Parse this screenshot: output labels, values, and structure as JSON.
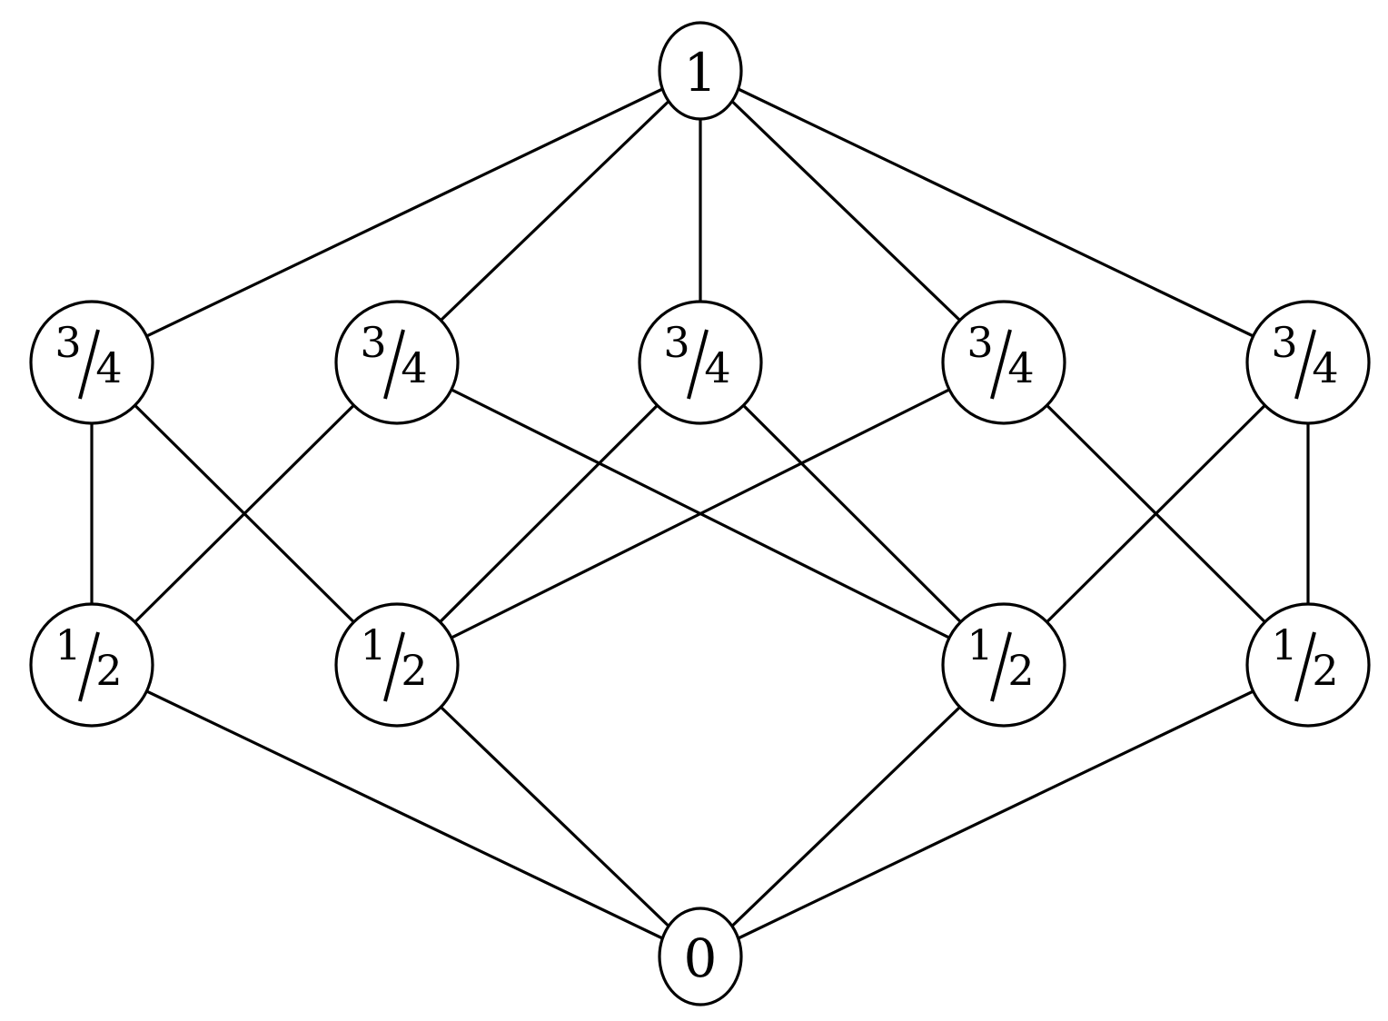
{
  "diagram": {
    "nodes": [
      {
        "id": "top",
        "label": "1"
      },
      {
        "id": "a1",
        "label": "3/4"
      },
      {
        "id": "a2",
        "label": "3/4"
      },
      {
        "id": "a3",
        "label": "3/4"
      },
      {
        "id": "a4",
        "label": "3/4"
      },
      {
        "id": "a5",
        "label": "3/4"
      },
      {
        "id": "b1",
        "label": "1/2"
      },
      {
        "id": "b2",
        "label": "1/2"
      },
      {
        "id": "b3",
        "label": "1/2"
      },
      {
        "id": "b4",
        "label": "1/2"
      },
      {
        "id": "bottom",
        "label": "0"
      }
    ],
    "edges": [
      [
        "top",
        "a1"
      ],
      [
        "top",
        "a2"
      ],
      [
        "top",
        "a3"
      ],
      [
        "top",
        "a4"
      ],
      [
        "top",
        "a5"
      ],
      [
        "a1",
        "b1"
      ],
      [
        "a1",
        "b2"
      ],
      [
        "a2",
        "b1"
      ],
      [
        "a2",
        "b3"
      ],
      [
        "a3",
        "b2"
      ],
      [
        "a3",
        "b3"
      ],
      [
        "a4",
        "b2"
      ],
      [
        "a4",
        "b4"
      ],
      [
        "a5",
        "b3"
      ],
      [
        "a5",
        "b4"
      ],
      [
        "b1",
        "bottom"
      ],
      [
        "b2",
        "bottom"
      ],
      [
        "b3",
        "bottom"
      ],
      [
        "b4",
        "bottom"
      ]
    ]
  }
}
